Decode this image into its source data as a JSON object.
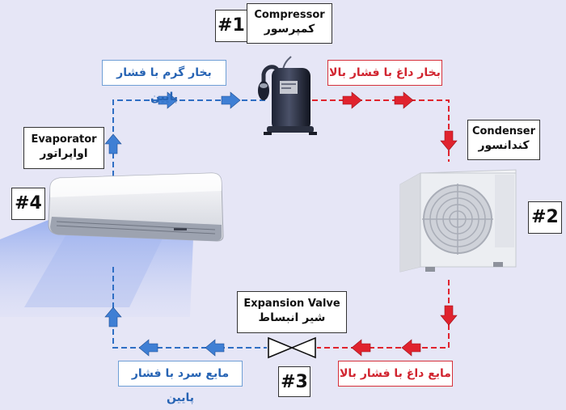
{
  "colors": {
    "hot_line": "#e0232e",
    "cold_line": "#2f6fc4",
    "background": "#e6e6f6"
  },
  "steps": {
    "s1": "#1",
    "s2": "#2",
    "s3": "#3",
    "s4": "#4"
  },
  "components": {
    "compressor": {
      "en": "Compressor",
      "fa": "کمپرسور"
    },
    "condenser": {
      "en": "Condenser",
      "fa": "کندانسور"
    },
    "expansion_valve": {
      "en": "Expansion Valve",
      "fa": "شیر انبساط"
    },
    "evaporator": {
      "en": "Evaporator",
      "fa": "اواپراتور"
    }
  },
  "flow_labels": {
    "low_pressure_warm_vapor": "بخار گرم با فشار پایین",
    "high_pressure_hot_vapor": "بخار داغ با فشار بالا",
    "high_pressure_hot_liquid": "مایع داغ با فشار بالا",
    "low_pressure_cold_liquid": "مایع سرد با فشار پایین"
  }
}
